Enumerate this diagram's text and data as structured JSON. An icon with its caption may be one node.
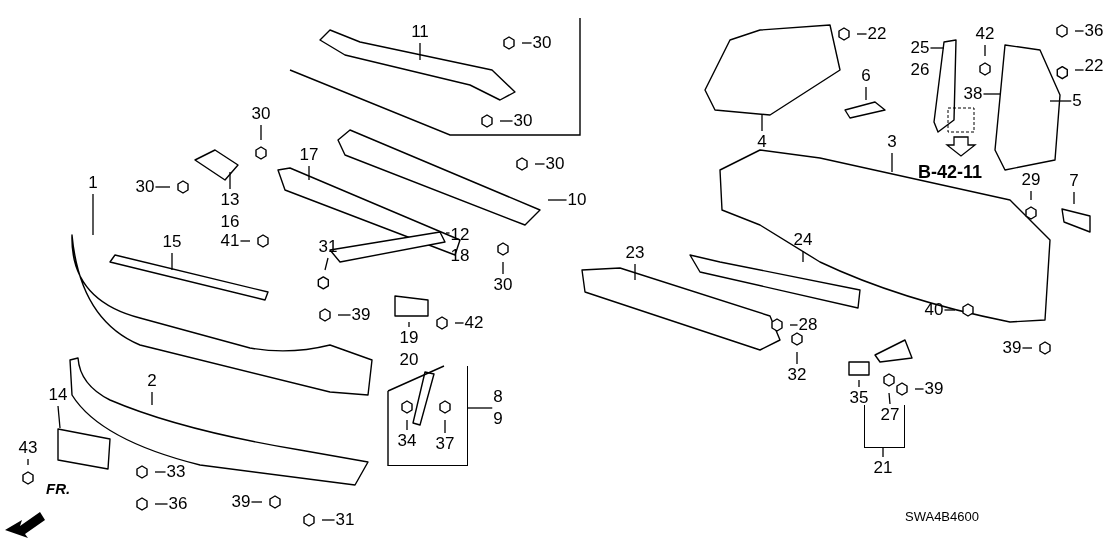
{
  "diagram": {
    "nodes": [
      {
        "text": [
          "11"
        ]
      },
      {
        "text": [
          "22"
        ]
      },
      {
        "text": [
          "36"
        ]
      },
      {
        "text": [
          "30"
        ]
      },
      {
        "text": [
          "42"
        ]
      },
      {
        "text": [
          "25",
          "26"
        ]
      },
      {
        "text": [
          "22"
        ]
      },
      {
        "text": [
          "6"
        ]
      },
      {
        "text": [
          "38"
        ]
      },
      {
        "text": [
          "5"
        ]
      },
      {
        "text": [
          "30"
        ]
      },
      {
        "text": [
          "30"
        ]
      },
      {
        "text": [
          "4"
        ]
      },
      {
        "text": [
          "3"
        ]
      },
      {
        "text": [
          "17"
        ]
      },
      {
        "text": [
          "30"
        ]
      },
      {
        "text": [
          "1"
        ]
      },
      {
        "text": [
          "30"
        ]
      },
      {
        "text": [
          "29"
        ]
      },
      {
        "text": [
          "7"
        ]
      },
      {
        "text": [
          "10"
        ]
      },
      {
        "text": [
          "13",
          "16"
        ]
      },
      {
        "text": [
          "15"
        ]
      },
      {
        "text": [
          "24"
        ]
      },
      {
        "text": [
          "31"
        ]
      },
      {
        "text": [
          "41"
        ]
      },
      {
        "text": [
          "12"
        ]
      },
      {
        "text": [
          "23"
        ]
      },
      {
        "text": [
          "18"
        ]
      },
      {
        "text": [
          "30"
        ]
      },
      {
        "text": [
          "40"
        ]
      },
      {
        "text": [
          "39"
        ]
      },
      {
        "text": [
          "28"
        ]
      },
      {
        "text": [
          "42"
        ]
      },
      {
        "text": [
          "19",
          "20"
        ]
      },
      {
        "text": [
          "39"
        ]
      },
      {
        "text": [
          "32"
        ]
      },
      {
        "text": [
          "2"
        ]
      },
      {
        "text": [
          "39"
        ]
      },
      {
        "text": [
          "14"
        ]
      },
      {
        "text": [
          "35"
        ]
      },
      {
        "text": [
          "8",
          "9"
        ]
      },
      {
        "text": [
          "34"
        ],
        "in": 51
      },
      {
        "text": [
          "37"
        ],
        "in": 51
      },
      {
        "text": [
          "27"
        ],
        "in": 52
      },
      {
        "text": [
          "43"
        ]
      },
      {
        "text": [
          "33"
        ]
      },
      {
        "text": [
          "21"
        ]
      },
      {
        "text": [
          "36"
        ]
      },
      {
        "text": [
          "39"
        ]
      },
      {
        "text": [
          "31"
        ]
      },
      {
        "text": [],
        "shape": "bracket"
      },
      {
        "text": [],
        "shape": "bracket"
      }
    ],
    "edges": [
      {
        "from": 0,
        "to": null,
        "arrow": "none"
      },
      {
        "from": 1,
        "to": null,
        "arrow": "none"
      },
      {
        "from": 2,
        "to": null,
        "arrow": "none"
      },
      {
        "from": 3,
        "to": null,
        "arrow": "none"
      },
      {
        "from": 4,
        "to": null,
        "arrow": "none"
      },
      {
        "from": 5,
        "to": null,
        "arrow": "none"
      },
      {
        "from": 6,
        "to": null,
        "arrow": "none"
      },
      {
        "from": 7,
        "to": null,
        "arrow": "none"
      },
      {
        "from": 8,
        "to": null,
        "arrow": "none"
      },
      {
        "from": 9,
        "to": null,
        "arrow": "none"
      },
      {
        "from": 10,
        "to": null,
        "arrow": "none"
      },
      {
        "from": 11,
        "to": null,
        "arrow": "none"
      },
      {
        "from": 12,
        "to": null,
        "arrow": "none"
      },
      {
        "from": 13,
        "to": null,
        "arrow": "none"
      },
      {
        "from": 14,
        "to": null,
        "arrow": "none"
      },
      {
        "from": 15,
        "to": null,
        "arrow": "none"
      },
      {
        "from": 16,
        "to": null,
        "arrow": "none"
      },
      {
        "from": 17,
        "to": null,
        "arrow": "none"
      },
      {
        "from": 18,
        "to": null,
        "arrow": "none"
      },
      {
        "from": 19,
        "to": null,
        "arrow": "none"
      },
      {
        "from": 20,
        "to": null,
        "arrow": "none"
      },
      {
        "from": 21,
        "to": null,
        "arrow": "none"
      },
      {
        "from": 22,
        "to": null,
        "arrow": "none"
      },
      {
        "from": 23,
        "to": null,
        "arrow": "none"
      },
      {
        "from": 24,
        "to": null,
        "arrow": "none"
      },
      {
        "from": 25,
        "to": null,
        "arrow": "none"
      },
      {
        "from": 26,
        "to": null,
        "arrow": "none"
      },
      {
        "from": 27,
        "to": null,
        "arrow": "none"
      },
      {
        "from": 29,
        "to": null,
        "arrow": "none"
      },
      {
        "from": 30,
        "to": null,
        "arrow": "none"
      },
      {
        "from": 31,
        "to": null,
        "arrow": "none"
      },
      {
        "from": 32,
        "to": null,
        "arrow": "none"
      },
      {
        "from": 33,
        "to": null,
        "arrow": "none"
      },
      {
        "from": 34,
        "to": null,
        "arrow": "none"
      },
      {
        "from": 35,
        "to": null,
        "arrow": "none"
      },
      {
        "from": 36,
        "to": null,
        "arrow": "none"
      },
      {
        "from": 37,
        "to": null,
        "arrow": "none"
      },
      {
        "from": 38,
        "to": null,
        "arrow": "none"
      },
      {
        "from": 39,
        "to": null,
        "arrow": "none"
      },
      {
        "from": 40,
        "to": null,
        "arrow": "none"
      },
      {
        "from": 41,
        "to": 51,
        "arrow": "none"
      },
      {
        "from": 42,
        "to": null,
        "arrow": "none"
      },
      {
        "from": 43,
        "to": null,
        "arrow": "none"
      },
      {
        "from": 44,
        "to": null,
        "arrow": "none"
      },
      {
        "from": 45,
        "to": null,
        "arrow": "none"
      },
      {
        "from": 46,
        "to": null,
        "arrow": "none"
      },
      {
        "from": 47,
        "to": 52,
        "arrow": "none"
      },
      {
        "from": 48,
        "to": null,
        "arrow": "none"
      },
      {
        "from": 49,
        "to": null,
        "arrow": "none"
      },
      {
        "from": 50,
        "to": null,
        "arrow": "none"
      }
    ],
    "labels": [
      "B-42-11",
      "FR.",
      "SWA4B4600"
    ]
  }
}
